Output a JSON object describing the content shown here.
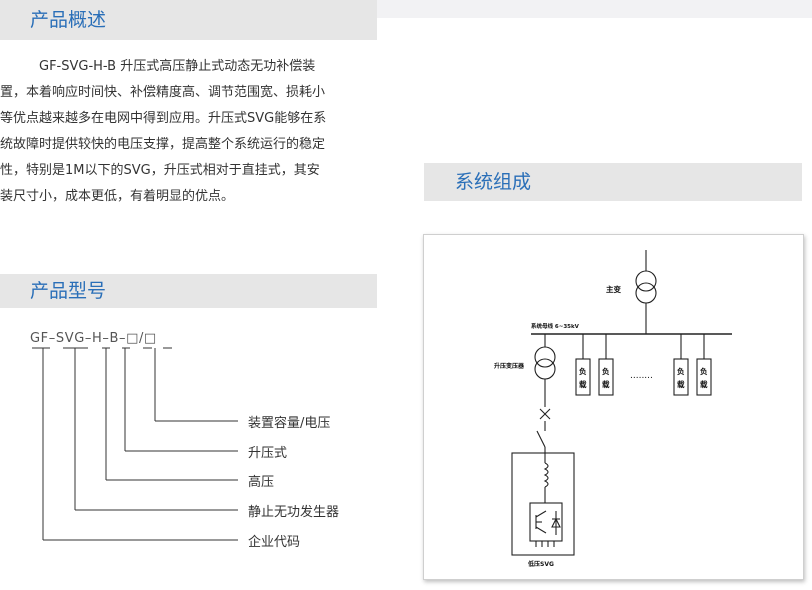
{
  "overview": {
    "title": "产品概述",
    "lines": [
      "　　　GF-SVG-H-B 升压式高压静止式动态无功补偿装",
      "置，本着响应时间快、补偿精度高、调节范围宽、损耗小",
      "等优点越来越多在电网中得到应用。升压式SVG能够在系",
      "统故障时提供较快的电压支撑，提高整个系统运行的稳定",
      "性，特别是1M以下的SVG，升压式相对于直挂式，其安",
      "装尺寸小，成本更低，有着明显的优点。"
    ]
  },
  "model": {
    "title": "产品型号",
    "code": "GF–SVG–H–B–□/□",
    "legend": [
      "装置容量/电压",
      "升压式",
      "高压",
      "静止无功发生器",
      "企业代码"
    ]
  },
  "system": {
    "title": "系统组成",
    "diagram": {
      "main_transformer_label": "主变",
      "bus_label": "系统母线 6~35kV",
      "boost_transformer_label": "升压变压器",
      "load_char_1": "负",
      "load_char_2": "载",
      "ellipsis": "........",
      "lv_svg_label": "低压SVG"
    }
  },
  "colors": {
    "accent": "#2a6fb8",
    "header_bar": "#e6e6e6",
    "text": "#333333"
  }
}
